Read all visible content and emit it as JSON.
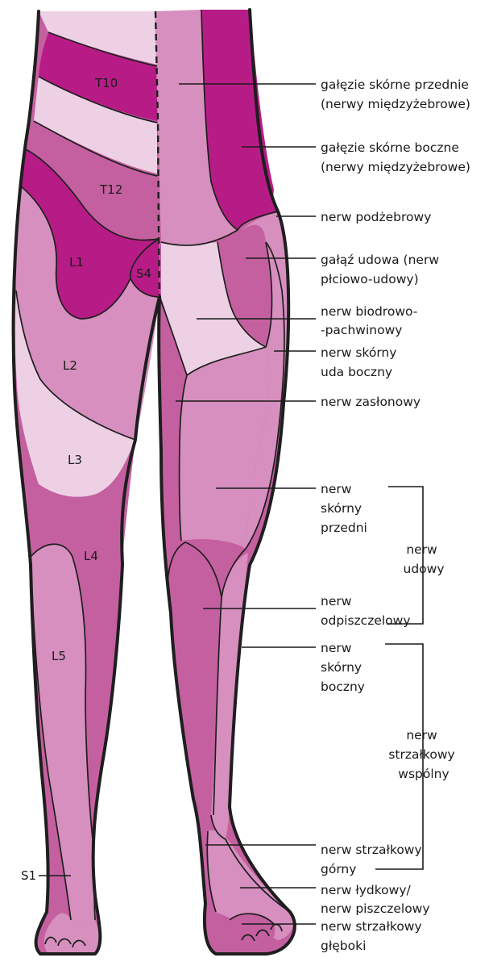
{
  "colors": {
    "pale": "#EDD0E4",
    "light": "#D68FBE",
    "medium": "#C560A0",
    "deep": "#B71C86",
    "line": "#1e1e1e"
  },
  "regions": {
    "t10": "T10",
    "t12": "T12",
    "l1": "L1",
    "s4": "S4",
    "l2": "L2",
    "l3": "L3",
    "l4": "L4",
    "l5": "L5",
    "s1": "S1"
  },
  "labels": {
    "anterior_cutaneous": [
      "gałęzie skórne przednie",
      "(nerwy międzyżebrowe)"
    ],
    "lateral_cutaneous": [
      "gałęzie skórne boczne",
      "(nerwy międzyżebrowe)"
    ],
    "subcostal": [
      "nerw podżebrowy"
    ],
    "femoral_branch": [
      "gałąź udowa (nerw",
      "płciowo-udowy)"
    ],
    "ilioinguinal": [
      "nerw biodrowo-",
      "-pachwinowy"
    ],
    "lateral_femoral_cutaneous": [
      "nerw skórny",
      "uda boczny"
    ],
    "obturator": [
      "nerw zasłonowy"
    ],
    "anterior_femoral_cutaneous": [
      "nerw",
      "skórny",
      "przedni"
    ],
    "femoral_group": [
      "nerw",
      "udowy"
    ],
    "saphenous": [
      "nerw",
      "odpiszczelowy"
    ],
    "lateral_sural_cutaneous": [
      "nerw",
      "skórny",
      "boczny"
    ],
    "common_peroneal_group": [
      "nerw",
      "strzałkowy",
      "wspólny"
    ],
    "superficial_peroneal": [
      "nerw strzałkowy",
      "górny"
    ],
    "sural_tibial": [
      "nerw łydkowy/",
      "nerw piszczelowy"
    ],
    "deep_peroneal": [
      "nerw strzałkowy",
      "głęboki"
    ]
  }
}
